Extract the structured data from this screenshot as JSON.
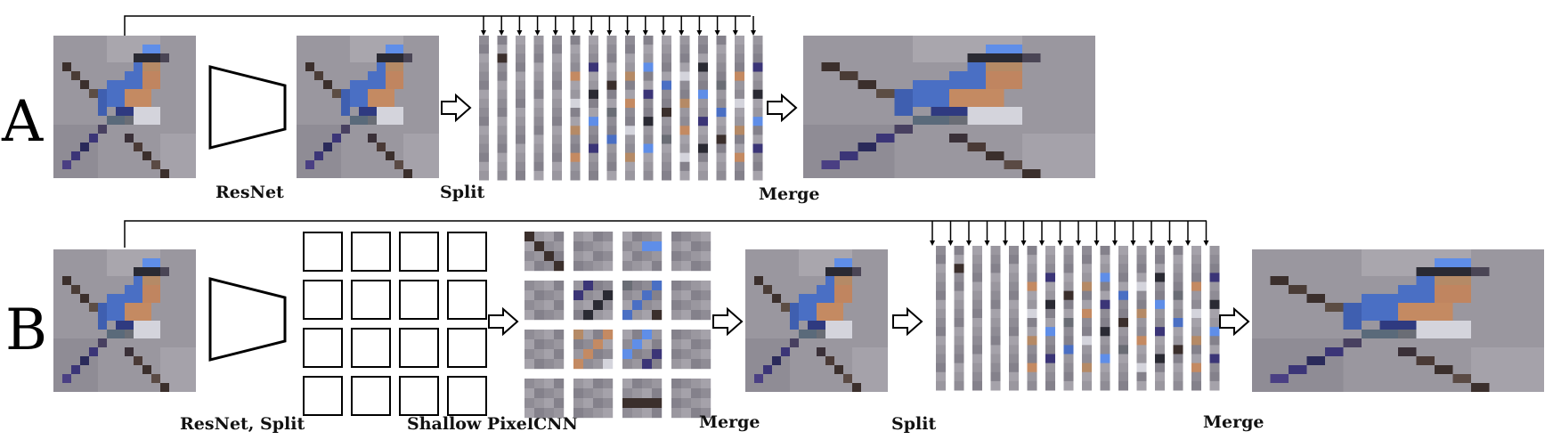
{
  "rows": {
    "A": {
      "letter": "A",
      "captions": {
        "resnet": "ResNet",
        "split": "Split",
        "merge": "Merge"
      }
    },
    "B": {
      "letter": "B",
      "captions": {
        "resnet_split": "ResNet, Split",
        "shallow_pixelcnn": "Shallow PixelCNN",
        "merge_1": "Merge",
        "split": "Split",
        "merge_2": "Merge"
      }
    }
  },
  "colors": {
    "background_gray": "#9a979f",
    "bird_blue": "#4a6fc4",
    "bird_head_blue": "#5f8ee8",
    "bird_orange": "#c48a62",
    "bird_white": "#d4d4dc",
    "bird_dark": "#2a2a33",
    "branch_dark": "#3b2f2c",
    "branch_purple": "#3b3577"
  }
}
